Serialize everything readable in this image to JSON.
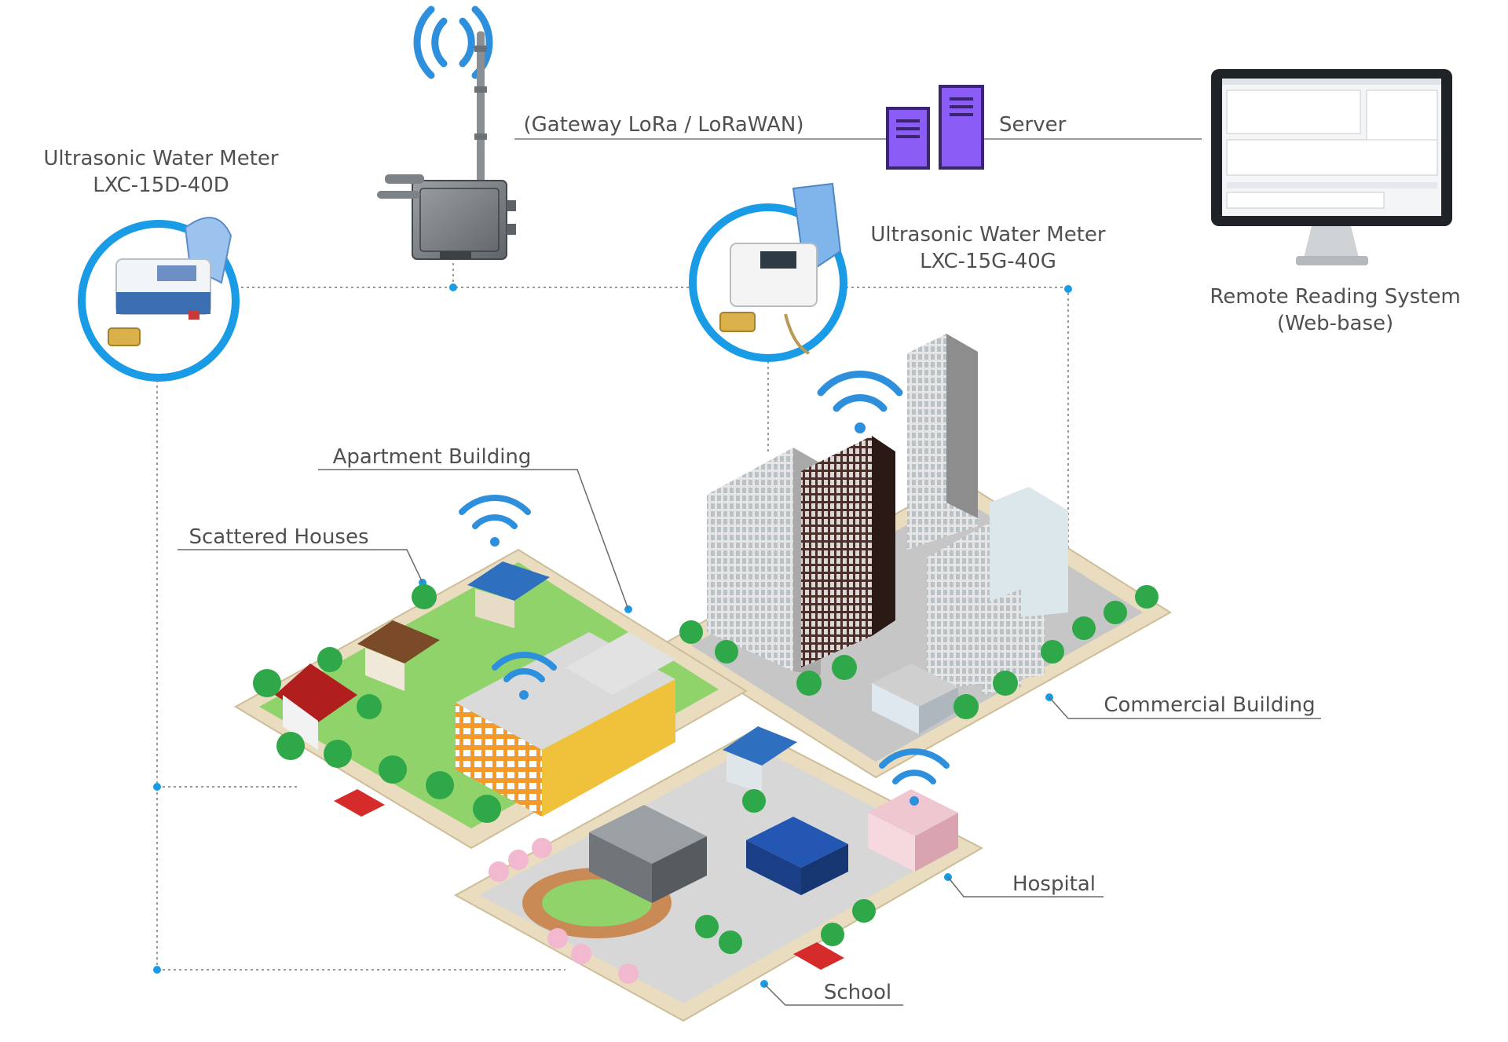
{
  "labels": {
    "meter_d_title": "Ultrasonic Water Meter",
    "meter_d_model": "LXC-15D-40D",
    "meter_g_title": "Ultrasonic Water Meter",
    "meter_g_model": "LXC-15G-40G",
    "gateway": "(Gateway LoRa / LoRaWAN)",
    "server": "Server",
    "remote_title": "Remote Reading System",
    "remote_sub": "(Web-base)",
    "apartment": "Apartment Building",
    "scattered": "Scattered Houses",
    "commercial": "Commercial Building",
    "hospital": "Hospital",
    "school": "School"
  },
  "colors": {
    "accent_blue": "#1a9be6",
    "wifi_blue": "#2e8fdc",
    "server_purple": "#8b5cf6",
    "ground": "#e9dcbf",
    "grass": "#8fd36a",
    "tree": "#2fa84a",
    "line_gray": "#888888"
  },
  "icons": [
    "antenna-icon",
    "wifi-icon",
    "server-icon",
    "monitor-icon",
    "water-meter-icon",
    "building-icon",
    "house-icon",
    "tree-icon",
    "bus-icon"
  ]
}
